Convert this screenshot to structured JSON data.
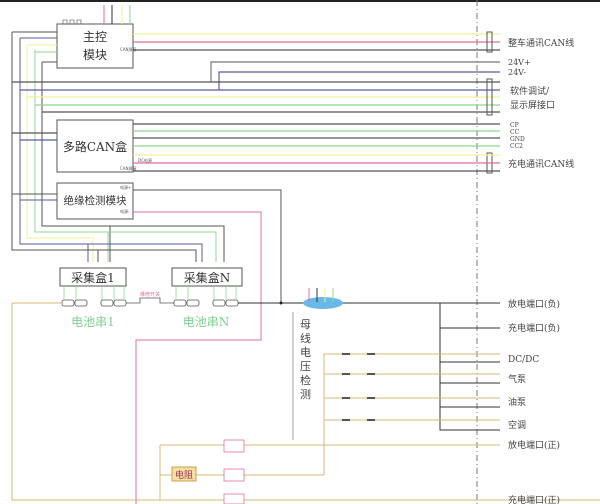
{
  "diagram": {
    "title": "",
    "modules": {
      "main_control": "主控\n模块",
      "main_control_line1": "主控",
      "main_control_line2": "模块",
      "multi_can": "多路CAN盒",
      "insulation": "绝缘检测模块",
      "collector_1": "采集盒1",
      "collector_n": "采集盒N",
      "battery_string_1": "电池串1",
      "battery_string_n": "电池串N",
      "maintenance_switch": "维修开关",
      "resistor": "电阻",
      "bus_voltage_detect": [
        "母",
        "线",
        "电",
        "压",
        "检",
        "测"
      ]
    },
    "pin_labels": {
      "can_shield_main": "CAN屏蔽",
      "can_shield_multi": "CAN屏蔽",
      "dc_power": "DC电源",
      "power_plus": "电源+",
      "power_minus": "电源-"
    },
    "right_labels": {
      "vehicle_can": "整车通讯CAN线",
      "v24_plus": "24V+",
      "v24_minus": "24V-",
      "debug_1": "软件调试/",
      "debug_2": "显示屏接口",
      "cp": "CP",
      "cc": "CC",
      "gnd": "GND",
      "cc2": "CC2",
      "charge_can": "充电通讯CAN线",
      "discharge_neg": "放电端口(负)",
      "charge_neg": "充电端口(负)",
      "dcdc": "DC/DC",
      "air_pump": "气泵",
      "oil_pump": "油泵",
      "air_con": "空调",
      "discharge_pos": "放电端口(正)",
      "charge_pos": "充电端口(正)"
    },
    "colors": {
      "gray": "#555555",
      "blue": "#5a5aa0",
      "yellow": "#f0f09a",
      "green": "#8fd88f",
      "pink": "#e07090",
      "orange": "#d9b77a",
      "bus_oval": "#6ab8e8"
    }
  }
}
